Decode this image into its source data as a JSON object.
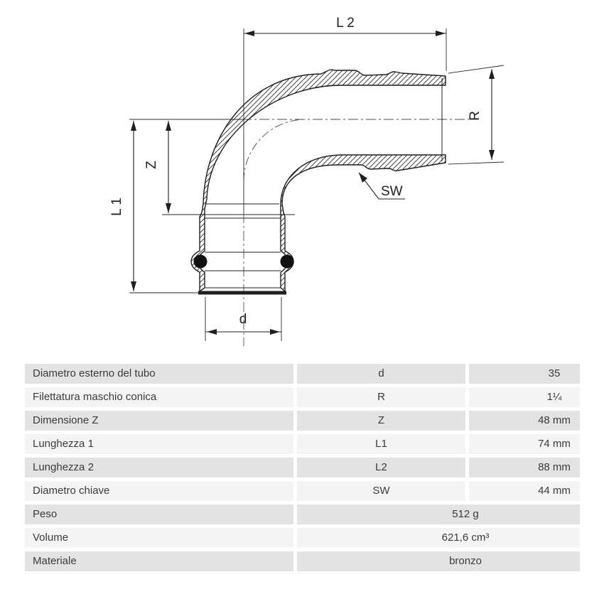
{
  "drawing": {
    "labels": {
      "l2": "L 2",
      "r": "R",
      "sw": "SW",
      "z": "Z",
      "l1": "L 1",
      "d": "d"
    }
  },
  "table": {
    "rows": [
      {
        "label": "Diametro esterno del tubo",
        "symbol": "d",
        "value": "35",
        "span": false
      },
      {
        "label": "Filettatura maschio conica",
        "symbol": "R",
        "value": "1¼",
        "span": false
      },
      {
        "label": "Dimensione Z",
        "symbol": "Z",
        "value": "48 mm",
        "span": false
      },
      {
        "label": "Lunghezza 1",
        "symbol": "L1",
        "value": "74 mm",
        "span": false
      },
      {
        "label": "Lunghezza 2",
        "symbol": "L2",
        "value": "88 mm",
        "span": false
      },
      {
        "label": "Diametro chiave",
        "symbol": "SW",
        "value": "44 mm",
        "span": false
      },
      {
        "label": "Peso",
        "symbol": "",
        "value": "512 g",
        "span": true
      },
      {
        "label": "Volume",
        "symbol": "",
        "value": "621,6 cm³",
        "span": true
      },
      {
        "label": "Materiale",
        "symbol": "",
        "value": "bronzo",
        "span": true
      }
    ],
    "colors": {
      "row_dark": "#e3e3e4",
      "row_light": "#f4f4f5",
      "text": "#3b3b3b",
      "line": "#1f1f1f"
    }
  }
}
